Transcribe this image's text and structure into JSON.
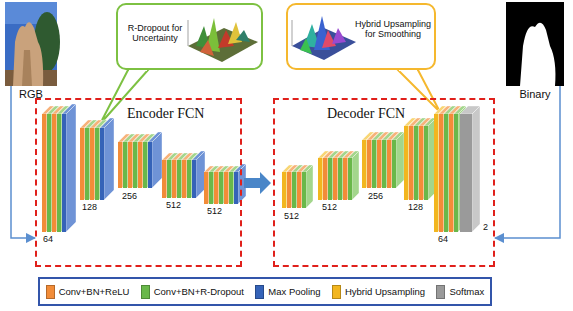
{
  "diagram": {
    "nodes": [
      {
        "text": [
          "RGB"
        ]
      },
      {
        "text": [
          "R-Dropout for Uncertainty"
        ]
      },
      {
        "text": [
          "Hybrid Upsampling for Smoothing"
        ]
      },
      {
        "text": [
          "Binary"
        ]
      },
      {
        "text": [
          "Encoder FCN"
        ]
      },
      {
        "text": [
          "Decoder FCN"
        ]
      }
    ],
    "edges": [
      {
        "from": 0,
        "to": 4,
        "arrow": "to"
      },
      {
        "from": 4,
        "to": 5,
        "arrow": "to"
      },
      {
        "from": 3,
        "to": 5,
        "arrow": "to"
      }
    ],
    "labels": [
      "64",
      "128",
      "256",
      "512",
      "512",
      "512",
      "512",
      "256",
      "128",
      "64",
      "2"
    ],
    "legend": [
      {
        "text": "Conv+BN+ReLU",
        "color": "#f28c38"
      },
      {
        "text": "Conv+BN+R-Dropout",
        "color": "#69b84a"
      },
      {
        "text": "Max Pooling",
        "color": "#3563b8"
      },
      {
        "text": "Hybrid Upsampling",
        "color": "#f2b61f"
      },
      {
        "text": "Softmax",
        "color": "#9a9a9a"
      }
    ]
  }
}
